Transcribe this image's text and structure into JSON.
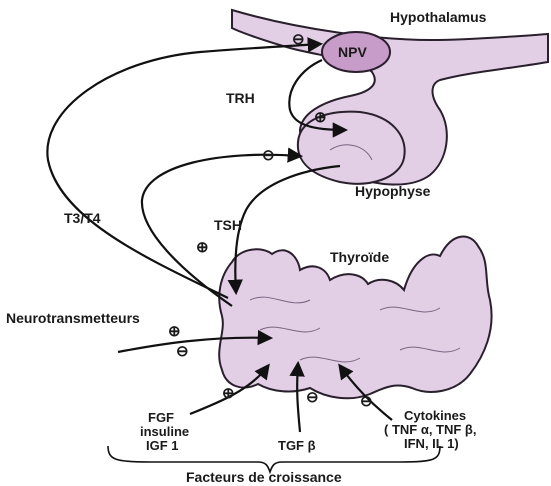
{
  "labels": {
    "hypothalamus": "Hypothalamus",
    "npv": "NPV",
    "trh": "TRH",
    "hypophyse": "Hypophyse",
    "t3t4": "T3/T4",
    "tsh": "TSH",
    "thyroide": "Thyroïde",
    "neurotransmetteurs": "Neurotransmetteurs",
    "fgf_line1": "FGF",
    "fgf_line2": "insuline",
    "fgf_line3": "IGF 1",
    "tgf": "TGF β",
    "cytokines_line1": "Cytokines",
    "cytokines_line2": "( TNF α, TNF β,",
    "cytokines_line3": "IFN, IL 1)",
    "facteurs": "Facteurs de croissance"
  },
  "signs": {
    "npv_feedback": "⊖",
    "trh_stim": "⊕",
    "hypophyse_feedback": "⊖",
    "tsh_stim": "⊕",
    "neuro_plus": "⊕",
    "neuro_minus": "⊖",
    "fgf_plus": "⊕",
    "tgf_minus": "⊖",
    "cytokines_minus": "⊖"
  },
  "colors": {
    "organ_fill": "#e2cfe6",
    "npv_fill": "#c79cc9",
    "outline": "#2a1f2d"
  }
}
